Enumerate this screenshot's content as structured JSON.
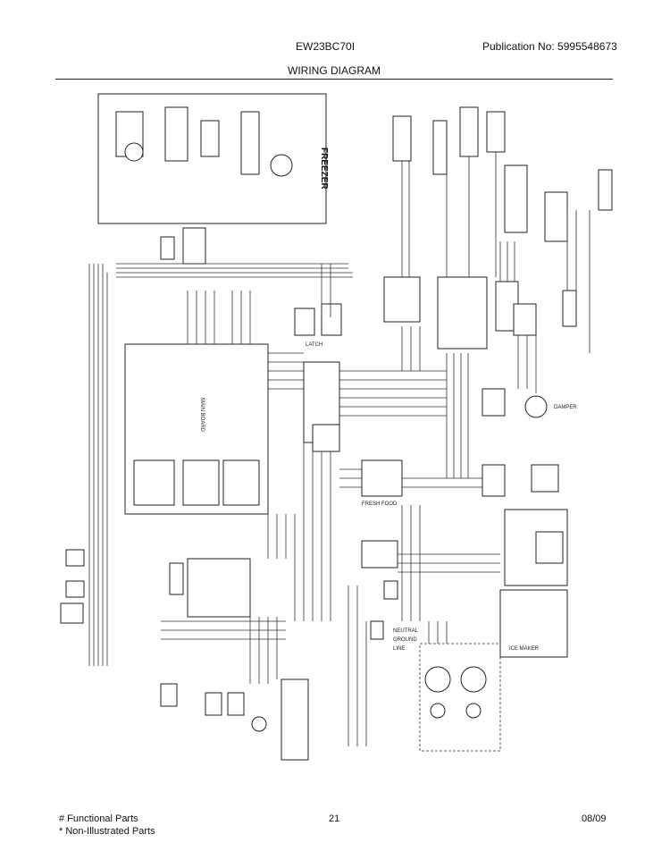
{
  "header": {
    "model": "EW23BC70I",
    "publication": "Publication No:  5995548673",
    "title": "WIRING DIAGRAM"
  },
  "diagram": {
    "freezer_label": "FREEZER",
    "labels": {
      "main_board": "MAIN BOARD",
      "fresh_food": "FRESH FOOD",
      "ice_maker": "ICE MAKER",
      "damper": "DAMPER",
      "latch": "LATCH",
      "neutral": "NEUTRAL",
      "ground": "GROUND",
      "line": "LINE"
    }
  },
  "footer": {
    "functional": "# Functional Parts",
    "non_illustrated": "* Non-Illustrated Parts",
    "page": "21",
    "date": "08/09"
  }
}
